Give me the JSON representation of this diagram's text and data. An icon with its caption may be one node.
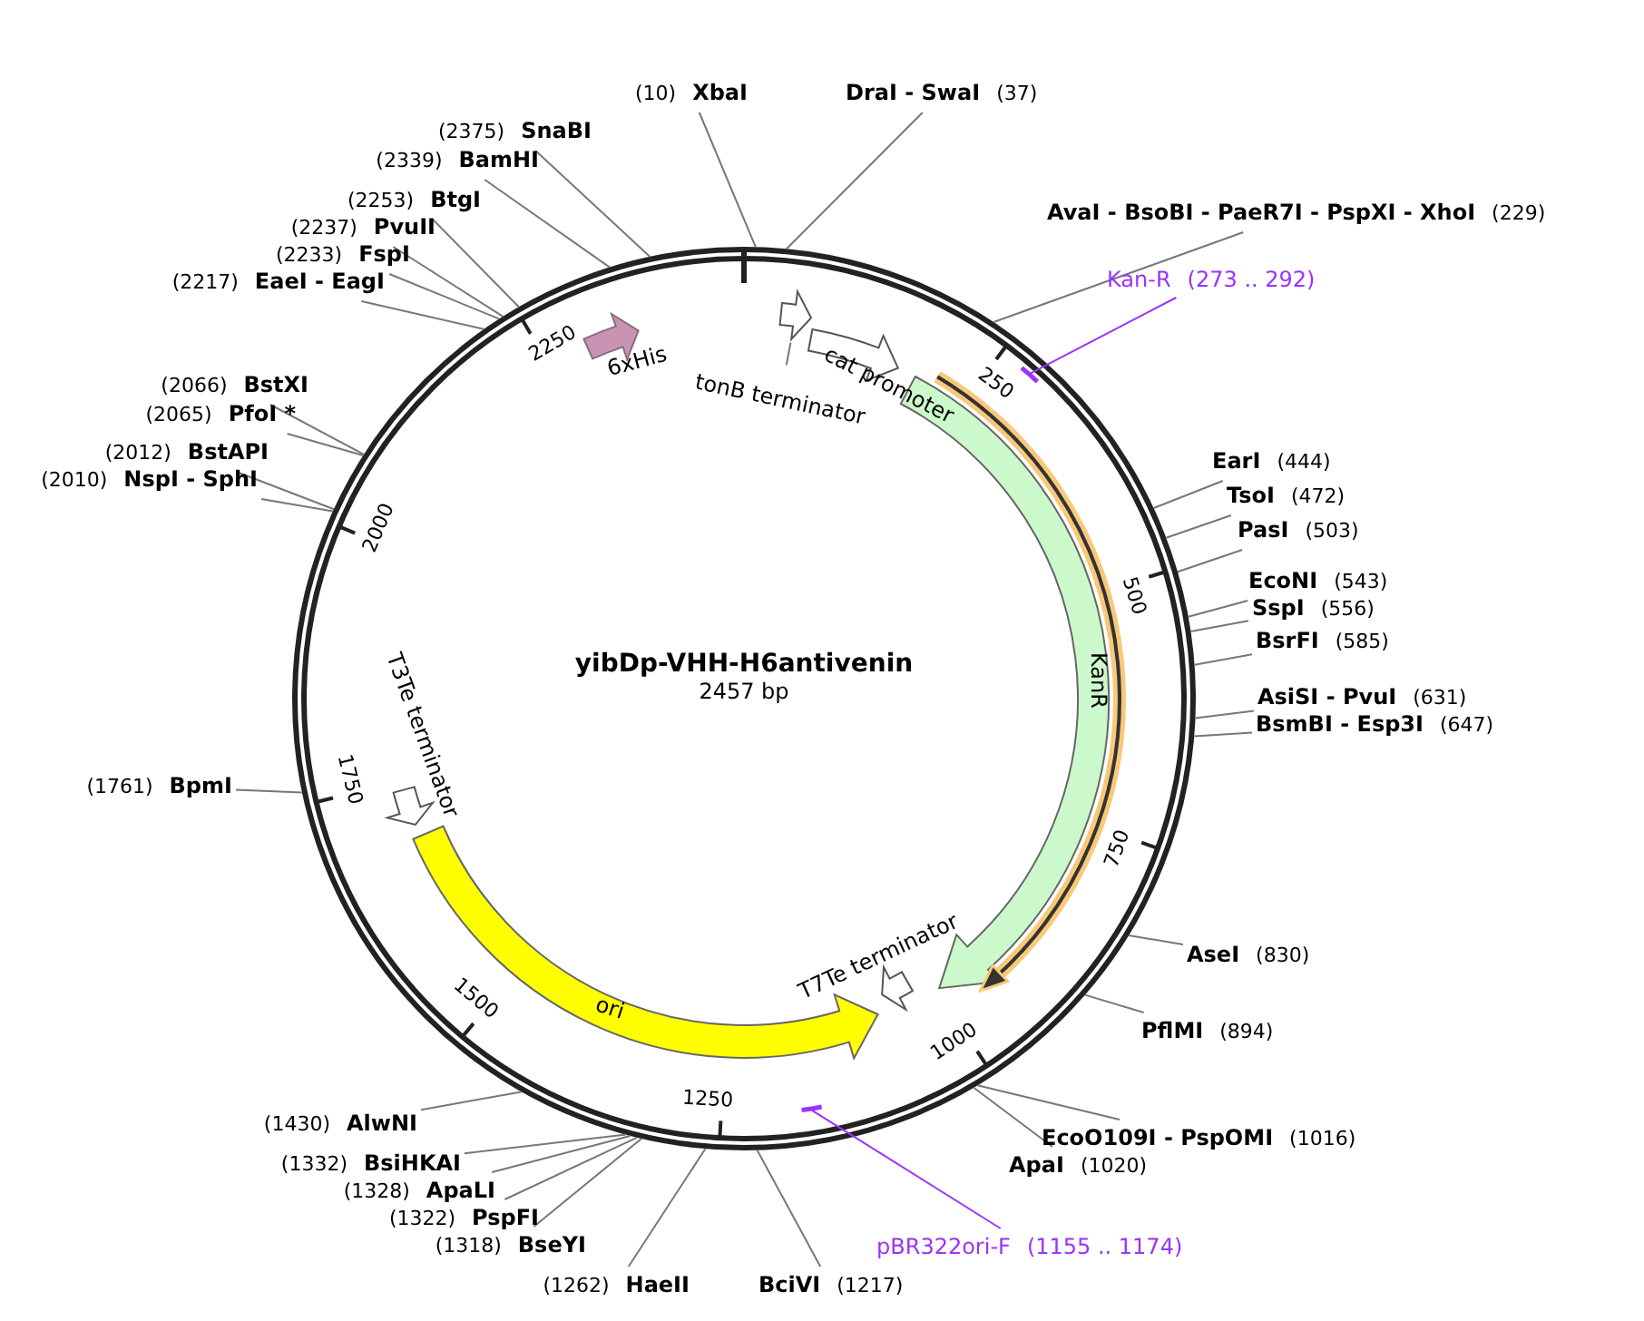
{
  "diagram": {
    "title": "yibDp-VHH-H6antivenin",
    "nodes": [
      {
        "text": [
          "(10)",
          "XbaI"
        ]
      },
      {
        "text": [
          "DraI - SwaI",
          "(37)"
        ]
      },
      {
        "text": [
          "(2375)",
          "SnaBI"
        ]
      },
      {
        "text": [
          "(2339)",
          "BamHI"
        ]
      },
      {
        "text": [
          "(2253)",
          "BtgI"
        ]
      },
      {
        "text": [
          "(2237)",
          "PvuII"
        ]
      },
      {
        "text": [
          "(2233)",
          "FspI"
        ]
      },
      {
        "text": [
          "(2217)",
          "EaeI - EagI"
        ]
      },
      {
        "text": [
          "AvaI - BsoBI - PaeR7I - PspXI - XhoI",
          "(229)"
        ]
      },
      {
        "text": [
          "Kan-R",
          "(273 .. 292)"
        ]
      },
      {
        "text": [
          "(2066)",
          "BstXI"
        ]
      },
      {
        "text": [
          "(2065)",
          "PfoI *"
        ]
      },
      {
        "text": [
          "(2012)",
          "BstAPI"
        ]
      },
      {
        "text": [
          "(2010)",
          "NspI - SphI"
        ]
      },
      {
        "text": [
          "EarI",
          "(444)"
        ]
      },
      {
        "text": [
          "TsoI",
          "(472)"
        ]
      },
      {
        "text": [
          "PasI",
          "(503)"
        ]
      },
      {
        "text": [
          "EcoNI",
          "(543)"
        ]
      },
      {
        "text": [
          "SspI",
          "(556)"
        ]
      },
      {
        "text": [
          "BsrFI",
          "(585)"
        ]
      },
      {
        "text": [
          "AsiSI - PvuI",
          "(631)"
        ]
      },
      {
        "text": [
          "BsmBI - Esp3I",
          "(647)"
        ]
      },
      {
        "text": [
          "(1761)",
          "BpmI"
        ]
      },
      {
        "text": [
          "AseI",
          "(830)"
        ]
      },
      {
        "text": [
          "PflMI",
          "(894)"
        ]
      },
      {
        "text": [
          "EcoO109I - PspOMI",
          "(1016)"
        ]
      },
      {
        "text": [
          "ApaI",
          "(1020)"
        ]
      },
      {
        "text": [
          "(1430)",
          "AlwNI"
        ]
      },
      {
        "text": [
          "(1332)",
          "BsiHKAI"
        ]
      },
      {
        "text": [
          "(1328)",
          "ApaLI"
        ]
      },
      {
        "text": [
          "(1322)",
          "PspFI"
        ]
      },
      {
        "text": [
          "(1318)",
          "BseYI"
        ]
      },
      {
        "text": [
          "(1262)",
          "HaeII"
        ]
      },
      {
        "text": [
          "BciVI",
          "(1217)"
        ]
      },
      {
        "text": [
          "pBR322ori-F",
          "(1155 .. 1174)"
        ]
      },
      {
        "text": [],
        "shape": "bar"
      },
      {
        "text": [],
        "shape": "bar"
      },
      {
        "text": [],
        "shape": "arrow",
        "beside": [
          "6xHis"
        ]
      },
      {
        "text": [
          "tonB terminator"
        ]
      },
      {
        "text": [],
        "shape": "arrow",
        "beside": [
          "cat promoter"
        ]
      },
      {
        "text": [
          "KanR"
        ]
      },
      {
        "text": [],
        "shape": "arrow",
        "beside": [
          "T7Te terminator"
        ]
      },
      {
        "text": [
          "ori"
        ]
      },
      {
        "text": [],
        "shape": "arrow",
        "beside": [
          "T3Te terminator"
        ]
      },
      {
        "text": [],
        "shape": "arrow"
      }
    ],
    "edges": [
      {
        "from": 0,
        "to": null,
        "arrow": "none"
      },
      {
        "from": 1,
        "to": null,
        "arrow": "none"
      },
      {
        "from": 2,
        "to": null,
        "arrow": "none"
      },
      {
        "from": 3,
        "to": null,
        "arrow": "none"
      },
      {
        "from": 4,
        "to": null,
        "arrow": "none"
      },
      {
        "from": 5,
        "to": null,
        "arrow": "none"
      },
      {
        "from": 6,
        "to": null,
        "arrow": "none"
      },
      {
        "from": 7,
        "to": null,
        "arrow": "none"
      },
      {
        "from": 8,
        "to": null,
        "arrow": "none"
      },
      {
        "from": 9,
        "to": 35,
        "arrow": "none",
        "color": "#9933ff"
      },
      {
        "from": 10,
        "to": null,
        "arrow": "none"
      },
      {
        "from": 11,
        "to": null,
        "arrow": "none"
      },
      {
        "from": 12,
        "to": null,
        "arrow": "none"
      },
      {
        "from": 13,
        "to": null,
        "arrow": "none"
      },
      {
        "from": 14,
        "to": null,
        "arrow": "none"
      },
      {
        "from": 15,
        "to": null,
        "arrow": "none"
      },
      {
        "from": 16,
        "to": null,
        "arrow": "none"
      },
      {
        "from": 17,
        "to": null,
        "arrow": "none"
      },
      {
        "from": 18,
        "to": null,
        "arrow": "none"
      },
      {
        "from": 19,
        "to": null,
        "arrow": "none"
      },
      {
        "from": 20,
        "to": null,
        "arrow": "none"
      },
      {
        "from": 21,
        "to": null,
        "arrow": "none"
      },
      {
        "from": 22,
        "to": null,
        "arrow": "none"
      },
      {
        "from": 23,
        "to": null,
        "arrow": "none"
      },
      {
        "from": 24,
        "to": null,
        "arrow": "none"
      },
      {
        "from": 25,
        "to": null,
        "arrow": "none"
      },
      {
        "from": 26,
        "to": null,
        "arrow": "none"
      },
      {
        "from": 27,
        "to": null,
        "arrow": "none"
      },
      {
        "from": 28,
        "to": null,
        "arrow": "none"
      },
      {
        "from": 29,
        "to": null,
        "arrow": "none"
      },
      {
        "from": 30,
        "to": null,
        "arrow": "none"
      },
      {
        "from": 31,
        "to": null,
        "arrow": "none"
      },
      {
        "from": 32,
        "to": null,
        "arrow": "none"
      },
      {
        "from": 33,
        "to": null,
        "arrow": "none"
      },
      {
        "from": 34,
        "to": 36,
        "arrow": "none",
        "color": "#9933ff"
      },
      {
        "from": 38,
        "to": 44,
        "arrow": "none"
      }
    ],
    "labels": [
      "2457 bp",
      "250",
      "500",
      "750",
      "1000",
      "1250",
      "1500",
      "1750",
      "2000",
      "2250"
    ]
  }
}
